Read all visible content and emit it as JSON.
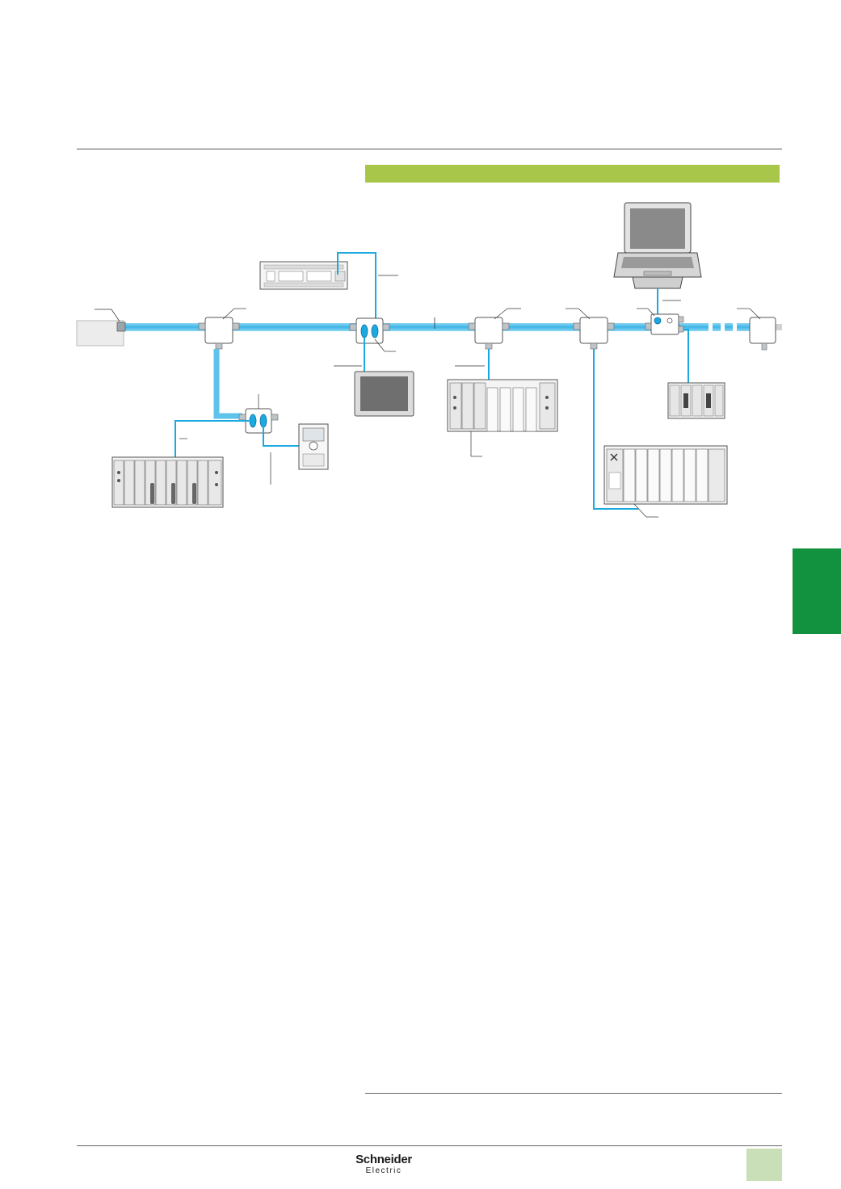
{
  "brand": {
    "name": "Schneider",
    "sub": "Electric"
  },
  "colors": {
    "header_band": "#a8c64a",
    "side_tab": "#12923f",
    "page_box": "#c8dfb8",
    "cable": "#1aa9e0",
    "trunk": "#5ec3ea"
  },
  "diagram": {
    "icons": [
      "tap-junction-box",
      "dual-port-tap",
      "modular-plc-rack",
      "compact-plc",
      "touch-panel-hmi",
      "variable-speed-drive",
      "laptop-pc",
      "terminator",
      "i-o-island"
    ]
  }
}
